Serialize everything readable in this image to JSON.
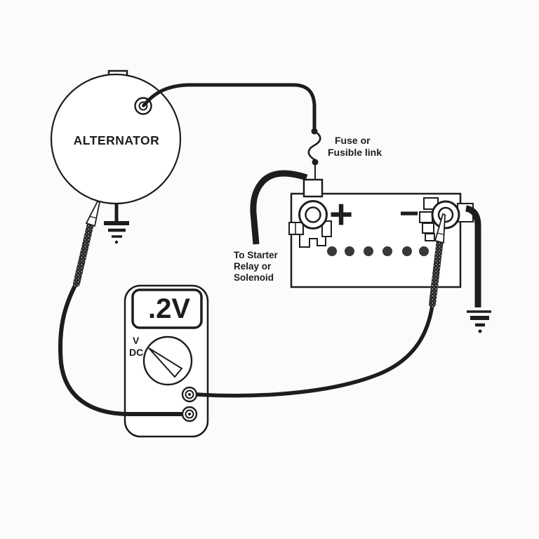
{
  "diagram": {
    "alternator": {
      "label": "ALTERNATOR"
    },
    "fuse": {
      "label_line1": "Fuse or",
      "label_line2": "Fusible link"
    },
    "starter": {
      "label_line1": "To Starter",
      "label_line2": "Relay or",
      "label_line3": "Solenoid"
    },
    "battery": {
      "positive_symbol": "+",
      "negative_symbol": "−",
      "cell_cap_count": 6
    },
    "meter": {
      "display_value": ".2V",
      "mode_line1": "V",
      "mode_line2": "DC"
    },
    "colors": {
      "ink": "#1d1d1d",
      "paper": "#fbfbf9"
    }
  }
}
